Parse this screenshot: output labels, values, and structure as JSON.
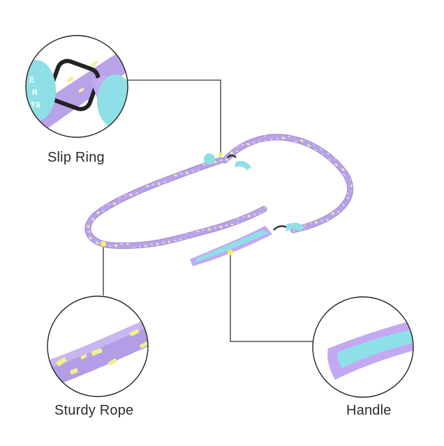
{
  "labels": {
    "slip_ring": "Slip Ring",
    "sturdy_rope": "Sturdy Rope",
    "handle": "Handle"
  },
  "colors": {
    "rope": "#b9a3e8",
    "rope_dark": "#9d85d6",
    "rope_fleck": "#f2ef9a",
    "handle_outer": "#c4a8f2",
    "handle_inner": "#8ee0e8",
    "connector": "#8fe0e6",
    "ring": "#2a2a2a",
    "line": "#333333",
    "circle_outline": "#222222"
  }
}
